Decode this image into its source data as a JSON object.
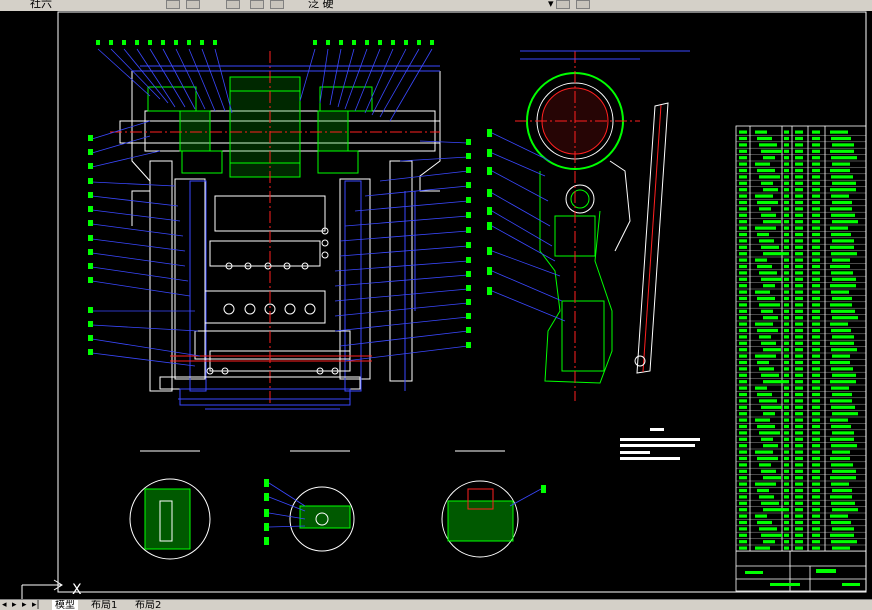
{
  "toolbar": {
    "left_text": "社六",
    "right_text": "泛 硬",
    "scroll_glyph": "▾"
  },
  "canvas": {
    "ucs_axis_label": "X"
  },
  "tabs": {
    "nav_first": "◂",
    "nav_prev": "▸",
    "nav_next": "▸",
    "nav_last": "▸|",
    "items": [
      {
        "label": "模型",
        "active": true
      },
      {
        "label": "布局1",
        "active": false
      },
      {
        "label": "布局2",
        "active": false
      }
    ]
  },
  "colors": {
    "background": "#000000",
    "drawing_white": "#ffffff",
    "green": "#00ff00",
    "blue": "#3a48ff",
    "cyan": "#00d8ff",
    "red": "#ff2020"
  }
}
